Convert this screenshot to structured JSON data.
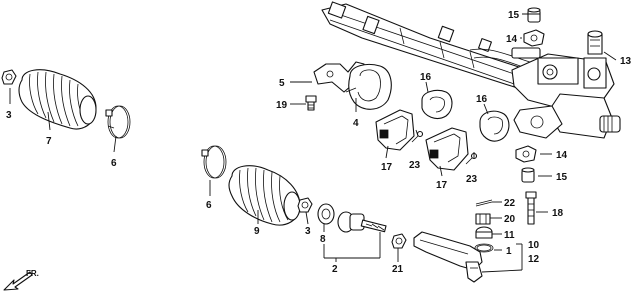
{
  "diagram": {
    "callouts": {
      "n3a": "3",
      "n7": "7",
      "n6a": "6",
      "n5": "5",
      "n19": "19",
      "n4": "4",
      "n16a": "16",
      "n16b": "16",
      "n17a": "17",
      "n17b": "17",
      "n23a": "23",
      "n23b": "23",
      "n15a": "15",
      "n14a": "14",
      "n13": "13",
      "n14b": "14",
      "n15b": "15",
      "n18": "18",
      "n22": "22",
      "n20": "20",
      "n11": "11",
      "n1": "1",
      "n10": "10",
      "n12": "12",
      "n6b": "6",
      "n9": "9",
      "n3b": "3",
      "n8": "8",
      "n2": "2",
      "n21": "21"
    },
    "direction_label": "FR."
  }
}
